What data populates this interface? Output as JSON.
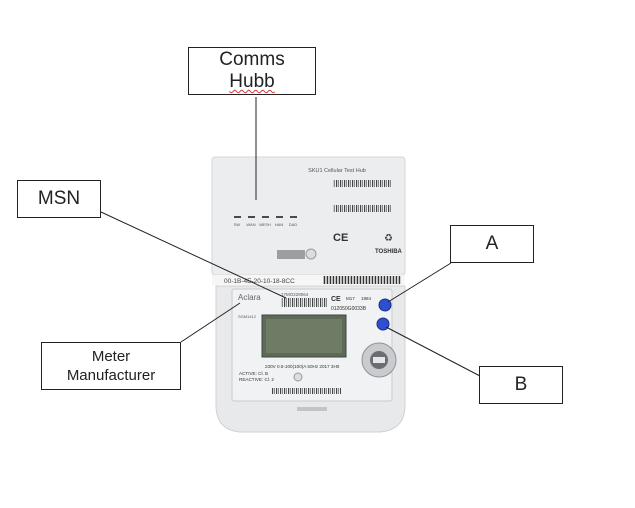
{
  "callouts": {
    "comms_hub": {
      "line1": "Comms",
      "line2": "Hubb"
    },
    "msn": "MSN",
    "meter_manufacturer": {
      "line1": "Meter",
      "line2": "Manufacturer"
    },
    "a": "A",
    "b": "B"
  },
  "device": {
    "hub_title": "SKU1 Cellular Test Hub",
    "hub_brand": "TOSHIBA",
    "hub_leds": [
      "SW",
      "WAN",
      "MESH",
      "HAN",
      "DAD"
    ],
    "hub_serial": "00-1B-4E-20-10-18-8CC",
    "meter_brand": "Aclara",
    "meter_model": "SGM1412",
    "meter_serial": "17MO229064",
    "meter_id": "012050G0033B",
    "meter_rating": "230V 0.5-100(100)A 50Hz 2017 3H0",
    "active_class": "ACTIVE: Cl. B",
    "reactive_class": "REACTIVE: Cl. 2",
    "ce_mark": "CE",
    "mid_code": "M17",
    "cert_no": "1984"
  }
}
